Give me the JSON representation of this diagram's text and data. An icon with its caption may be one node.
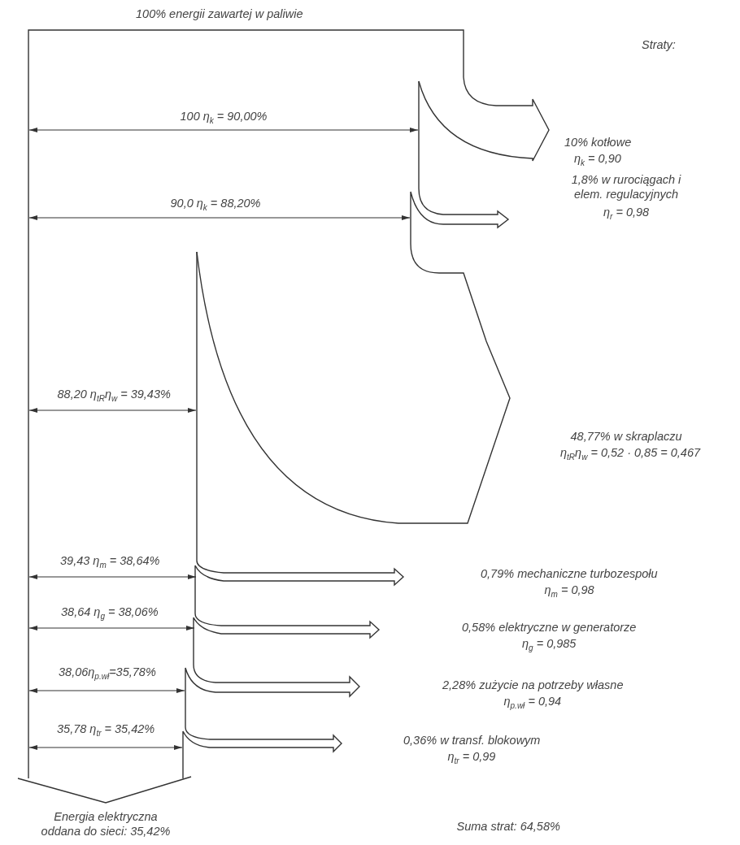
{
  "diagram": {
    "labels": [
      "100% energii zawartej w paliwie",
      "Straty:",
      "100 η$_{k}$ = 90,00%",
      "10% kotłowe",
      "η$_{k}$ = 0,90",
      "90,0 η$_{k}$ = 88,20%",
      "1,8% w rurociągach i elem. regulacyjnych",
      "η$_{r}$ = 0,98",
      "88,20 η$_{tR}$η$_{w}$ = 39,43%",
      "48,77% w skraplaczu",
      "η$_{tR}$η$_{w}$ = 0,52 · 0,85 = 0,467",
      "39,43 η$_{m}$ = 38,64%",
      "0,79% mechaniczne turbozespołu",
      "η$_{m}$ = 0,98",
      "38,64 η$_{g}$ = 38,06%",
      "0,58% elektryczne w generatorze",
      "η$_{g}$ = 0,985",
      "38,06η$_{p.wł}$=35,78%",
      "2,28% zużycie na potrzeby własne",
      "η$_{p.wł}$ = 0,94",
      "35,78 η$_{tr}$ = 35,42%",
      "0,36% w transf. blokowym",
      "η$_{tr}$ = 0,99",
      "Energia elektryczna oddana do sieci: 35,42%",
      "Suma strat: 64,58%"
    ]
  }
}
